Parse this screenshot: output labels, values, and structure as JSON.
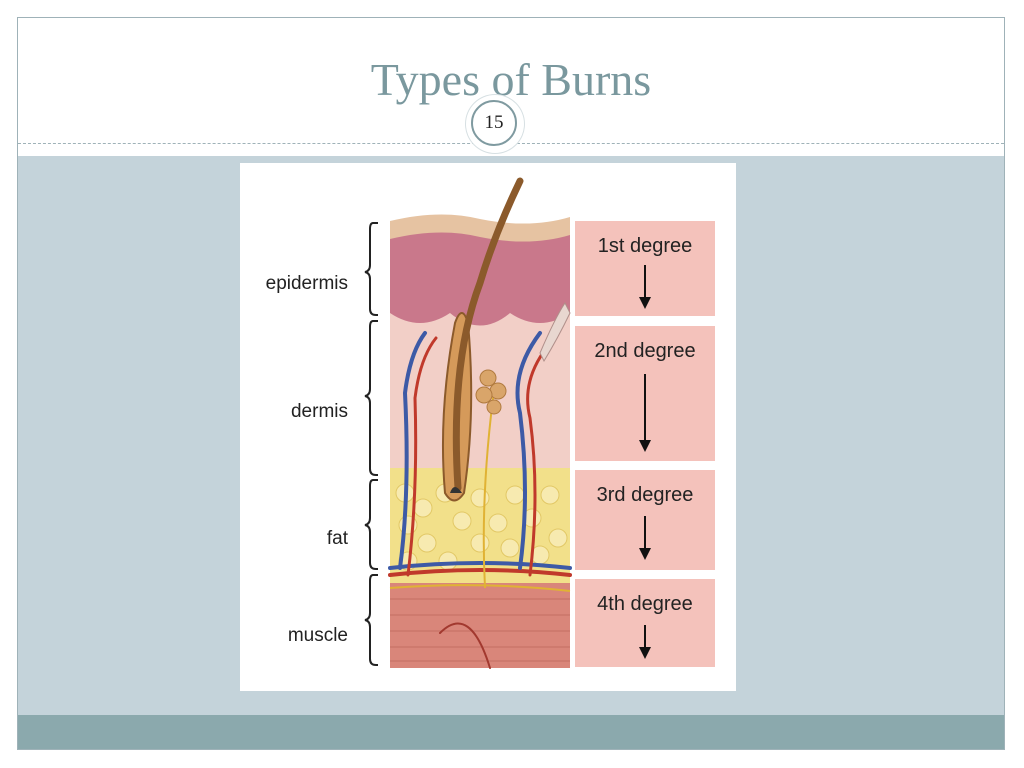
{
  "slide": {
    "title": "Types of Burns",
    "page_number": "15"
  },
  "diagram": {
    "layers": [
      {
        "name": "epidermis"
      },
      {
        "name": "dermis"
      },
      {
        "name": "fat"
      },
      {
        "name": "muscle"
      }
    ],
    "degrees": [
      {
        "label": "1st degree"
      },
      {
        "label": "2nd degree"
      },
      {
        "label": "3rd degree"
      },
      {
        "label": "4th degree"
      }
    ],
    "colors": {
      "degree_box": "#f4c2bb",
      "epidermis_top": "#e6c3a2",
      "epidermis": "#c9788b",
      "dermis": "#f2cfc7",
      "fat": "#f2e08a",
      "muscle": "#d9867a",
      "vein": "#3d5aa6",
      "artery": "#c0392b",
      "nerve": "#e0b234",
      "hair": "#8b5a2b"
    }
  }
}
